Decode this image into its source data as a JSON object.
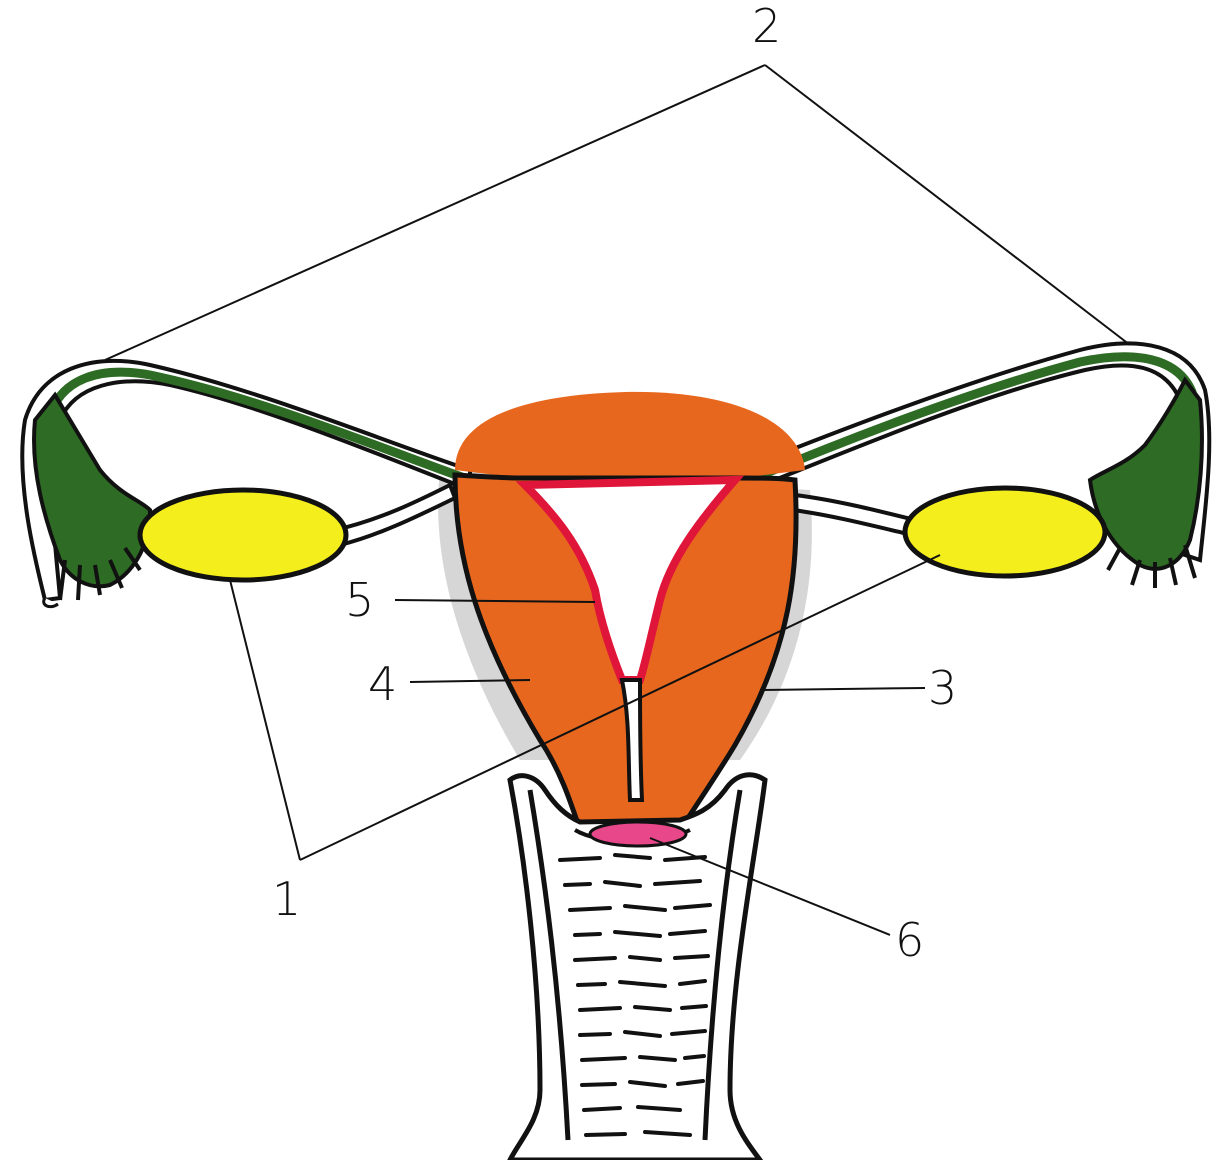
{
  "diagram": {
    "labels": {
      "l1": "1",
      "l2": "2",
      "l3": "3",
      "l4": "4",
      "l5": "5",
      "l6": "6"
    }
  },
  "colors": {
    "background": "#ffffff",
    "outline": "#111111",
    "uterus_wall": "#e8671e",
    "uterus_wall_light": "#f28a3a",
    "uterine_cavity": "#ffffff",
    "cavity_lining": "#e0153a",
    "ovary": "#f4ee1c",
    "fallopian_tube": "#2e6b24",
    "cervix_os": "#e8488a",
    "shadow": "#b8b8b8"
  }
}
